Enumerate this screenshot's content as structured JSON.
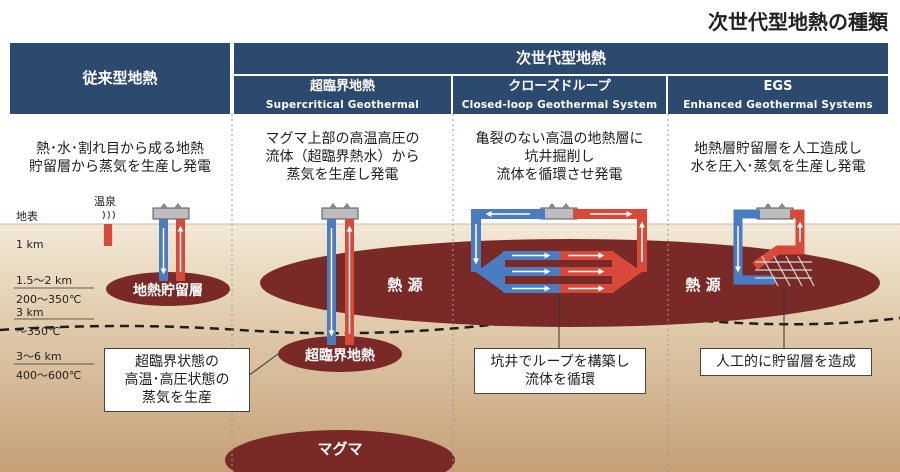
{
  "title": "次世代型地熱の種類",
  "header_next": "次世代型地熱",
  "conventional": {
    "header": "従来型地熱",
    "desc_line1": "熱･水･割れ目から成る地熱",
    "desc_line2": "貯留層から蒸気を生産し発電",
    "onsen_label": "温泉",
    "reservoir_label": "地熱貯留層"
  },
  "supercritical": {
    "header": "超臨界地熱",
    "header_en": "Supercritical Geothermal",
    "desc_line1": "マグマ上部の高温高圧の",
    "desc_line2": "流体（超臨界熱水）から",
    "desc_line3": "蒸気を生産し発電",
    "blob_label": "超臨界地熱",
    "callout_line1": "超臨界状態の",
    "callout_line2": "高温･高圧状態の",
    "callout_line3": "蒸気を生産"
  },
  "closed_loop": {
    "header": "クローズドループ",
    "header_en": "Closed-loop Geothermal System",
    "desc_line1": "亀裂のない高温の地熱層に",
    "desc_line2": "坑井掘削し",
    "desc_line3": "流体を循環させ発電",
    "callout_line1": "坑井でループを構築し",
    "callout_line2": "流体を循環"
  },
  "egs": {
    "header": "EGS",
    "header_en": "Enhanced Geothermal Systems",
    "desc_line1": "地熱層貯留層を人工造成し",
    "desc_line2": "水を圧入･蒸気を生産し発電",
    "callout": "人工的に貯留層を造成"
  },
  "heat_source_left": "熱 源",
  "heat_source_right": "熱 源",
  "magma_label": "マグマ",
  "depth": {
    "surface": "地表",
    "d1": "1 km",
    "d2_a": "1.5～2 km",
    "d2_b": "200～350℃",
    "d3_a": "3 km",
    "d3_b": "～350℃",
    "d4_a": "3～6 km",
    "d4_b": "400～600℃"
  },
  "colors": {
    "header_bg": "#2c4a6e",
    "pipe_red": "#d9493a",
    "pipe_blue": "#4a7cc2",
    "blob": "#7a2a26",
    "ground_top": "#f3e7d3",
    "ground_mid": "#dcc6a4",
    "ground_deep": "#c7a57f"
  }
}
